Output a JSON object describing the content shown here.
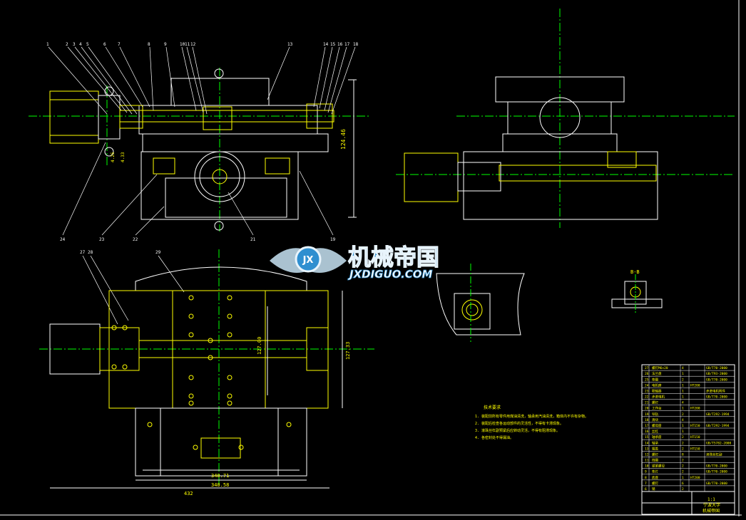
{
  "drawing": {
    "colors": {
      "background": "#000000",
      "outline": "#ffffff",
      "part_line": "#ffff00",
      "centerline": "#00ff00",
      "dimension": "#ffffff",
      "hidden_part": "#ff3030",
      "border": "#ffffff"
    },
    "watermark": {
      "title_cn": "机械帝国",
      "subtitle": "JXDIGUO.COM",
      "logo_letters": "JX"
    },
    "section_label": "B-B",
    "dimensions": {
      "overall_height": "124.46",
      "bottom_width_1": "340.71",
      "bottom_width_2": "340.58",
      "overall_width": "432",
      "plan_height": "127.33",
      "plan_inner": "127.00",
      "small_a": "4.25",
      "small_b": "4.33"
    },
    "balloons_top": [
      "1",
      "2",
      "3",
      "4",
      "5",
      "6",
      "7",
      "8",
      "9",
      "10",
      "11",
      "12",
      "13",
      "14",
      "15",
      "16",
      "17",
      "18"
    ],
    "balloons_bottom": [
      "24",
      "23",
      "22",
      "21",
      "19"
    ],
    "balloons_plan": [
      "27",
      "28",
      "29"
    ],
    "tech_notes": {
      "heading": "技术要求",
      "lines": [
        "1. 装配前所有零件用煤油清洗，轴承用汽油清洗，箱体内不许有杂物。",
        "2. 装配后检查各运动部件的灵活性，不得有卡滞现象。",
        "3. 滚珠丝杠副预紧后应转动灵活，不得有阻滞现象。",
        "4. 各密封处不得漏油。"
      ]
    },
    "title_block": {
      "school": "宁波大学",
      "drawing_name": "机械帝国",
      "scale": "1:1",
      "rows": [
        {
          "no": "27",
          "name": "螺钉M6×20",
          "qty": "4",
          "mat": "",
          "std": "GB/T70-2000"
        },
        {
          "no": "26",
          "name": "法兰盘",
          "qty": "1",
          "mat": "",
          "std": "GB/T93-2000"
        },
        {
          "no": "25",
          "name": "垫圈",
          "qty": "2",
          "mat": "",
          "std": "GB/T70-2000"
        },
        {
          "no": "24",
          "name": "电机座",
          "qty": "1",
          "mat": "HT200",
          "std": ""
        },
        {
          "no": "23",
          "name": "联轴器",
          "qty": "1",
          "mat": "",
          "std": "步进电机附件"
        },
        {
          "no": "22",
          "name": "步进电机",
          "qty": "1",
          "mat": "",
          "std": "GB/T70-2000"
        },
        {
          "no": "21",
          "name": "螺钉",
          "qty": "4",
          "mat": "",
          "std": ""
        },
        {
          "no": "20",
          "name": "工作台",
          "qty": "1",
          "mat": "HT200",
          "std": ""
        },
        {
          "no": "19",
          "name": "导轨",
          "qty": "2",
          "mat": "",
          "std": "GB/T292-1994"
        },
        {
          "no": "18",
          "name": "滑块",
          "qty": "4",
          "mat": "",
          "std": ""
        },
        {
          "no": "17",
          "name": "螺母座",
          "qty": "1",
          "mat": "HT150",
          "std": "GB/T292-1994"
        },
        {
          "no": "16",
          "name": "丝杠",
          "qty": "1",
          "mat": "",
          "std": ""
        },
        {
          "no": "15",
          "name": "轴承座",
          "qty": "2",
          "mat": "HT150",
          "std": ""
        },
        {
          "no": "14",
          "name": "轴承",
          "qty": "2",
          "mat": "",
          "std": "GB/T5782-2000"
        },
        {
          "no": "13",
          "name": "端盖",
          "qty": "2",
          "mat": "HT150",
          "std": ""
        },
        {
          "no": "12",
          "name": "螺钉",
          "qty": "8",
          "mat": "",
          "std": "滚珠丝杠副"
        },
        {
          "no": "11",
          "name": "挡圈",
          "qty": "2",
          "mat": "",
          "std": ""
        },
        {
          "no": "10",
          "name": "锁紧螺母",
          "qty": "2",
          "mat": "",
          "std": "GB/T70-2000"
        },
        {
          "no": "9",
          "name": "垫片",
          "qty": "2",
          "mat": "",
          "std": "GB/T70-2000"
        },
        {
          "no": "8",
          "name": "底座",
          "qty": "1",
          "mat": "HT200",
          "std": ""
        },
        {
          "no": "7",
          "name": "螺钉",
          "qty": "6",
          "mat": "",
          "std": "GB/T70-2000"
        },
        {
          "no": "6",
          "name": "销",
          "qty": "2",
          "mat": "",
          "std": ""
        }
      ]
    }
  }
}
